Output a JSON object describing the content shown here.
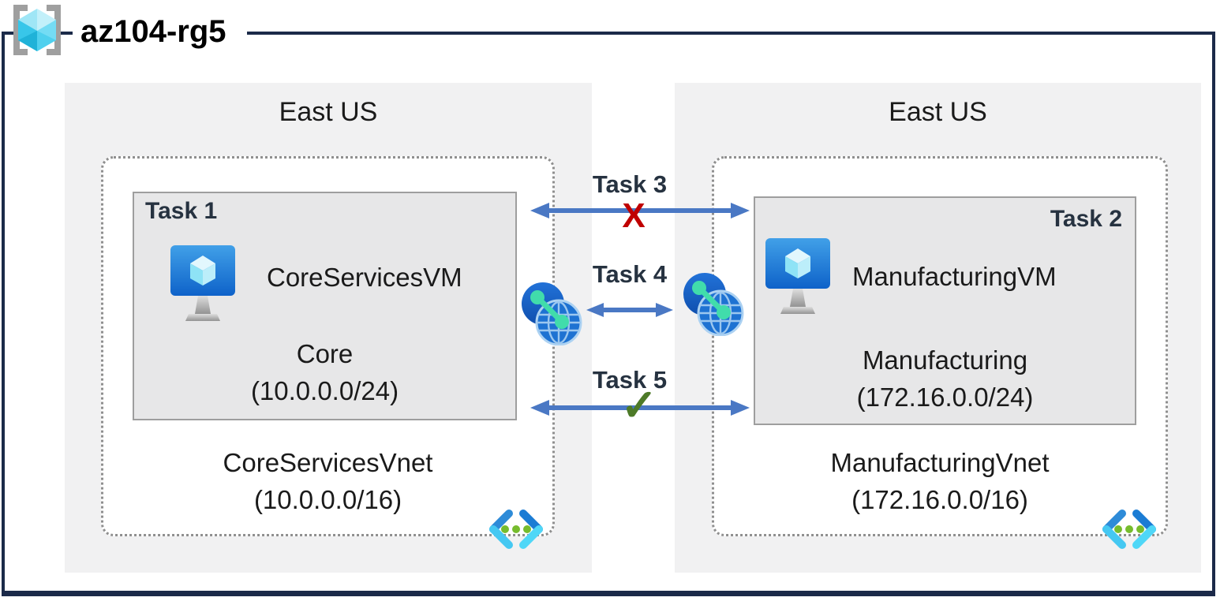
{
  "header": {
    "title": "az104-rg5"
  },
  "regions": [
    {
      "name": "East US",
      "vnet": {
        "name": "CoreServicesVnet",
        "cidr": "(10.0.0.0/16)",
        "subnet": {
          "task": "Task 1",
          "vm": "CoreServicesVM",
          "name": "Core",
          "cidr": "(10.0.0.0/24)"
        }
      }
    },
    {
      "name": "East US",
      "vnet": {
        "name": "ManufacturingVnet",
        "cidr": "(172.16.0.0/16)",
        "subnet": {
          "task": "Task 2",
          "vm": "ManufacturingVM",
          "name": "Manufacturing",
          "cidr": "(172.16.0.0/24)"
        }
      }
    }
  ],
  "connections": [
    {
      "label": "Task 3",
      "marker": "X"
    },
    {
      "label": "Task 4",
      "marker": ""
    },
    {
      "label": "Task 5",
      "marker": "✓"
    }
  ],
  "colors": {
    "frame_navy": "#1b2a49",
    "arrow_blue": "#4a78c4",
    "blocked_red": "#c00000",
    "allowed_green": "#4d7a28"
  }
}
